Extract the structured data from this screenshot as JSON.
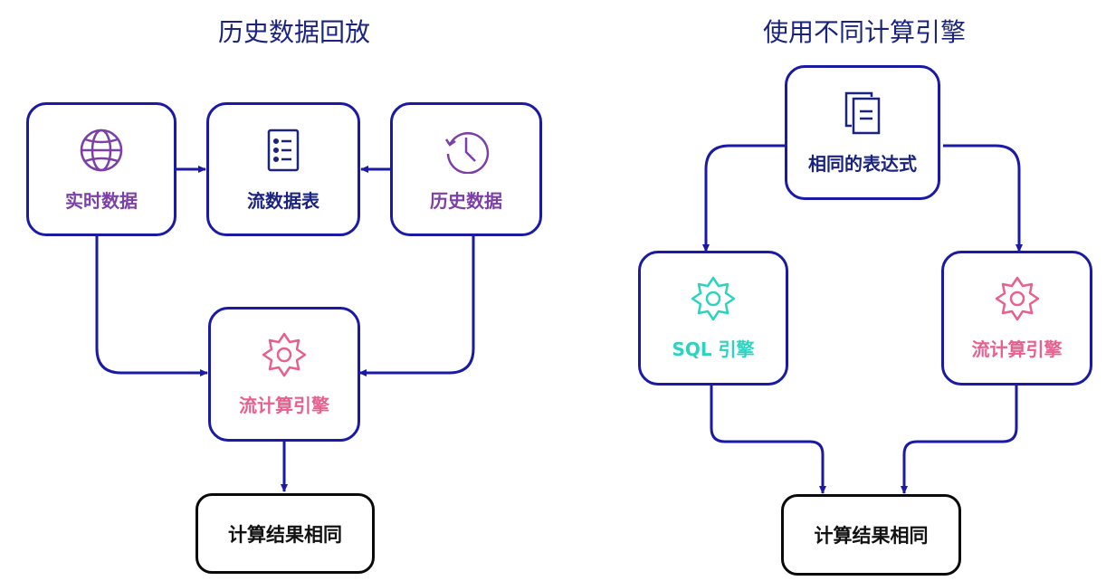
{
  "colors": {
    "wire": "#1a1aa6",
    "purple": "#7b3fa6",
    "navy": "#1a237e",
    "pink": "#e8608e",
    "teal": "#2ed3c0",
    "black": "#111111"
  },
  "left": {
    "title": "历史数据回放",
    "nodes": {
      "realtime": {
        "label": "实时数据",
        "icon": "globe-icon"
      },
      "stream_table": {
        "label": "流数据表",
        "icon": "list-document-icon"
      },
      "history": {
        "label": "历史数据",
        "icon": "history-clock-icon"
      },
      "stream_engine": {
        "label": "流计算引擎",
        "icon": "gear-icon"
      },
      "result": {
        "label": "计算结果相同"
      }
    }
  },
  "right": {
    "title": "使用不同计算引擎",
    "nodes": {
      "expression": {
        "label": "相同的表达式",
        "icon": "copy-document-icon"
      },
      "sql_engine": {
        "label": "SQL 引擎",
        "icon": "gear-icon"
      },
      "stream_engine": {
        "label": "流计算引擎",
        "icon": "gear-icon"
      },
      "result": {
        "label": "计算结果相同"
      }
    }
  }
}
